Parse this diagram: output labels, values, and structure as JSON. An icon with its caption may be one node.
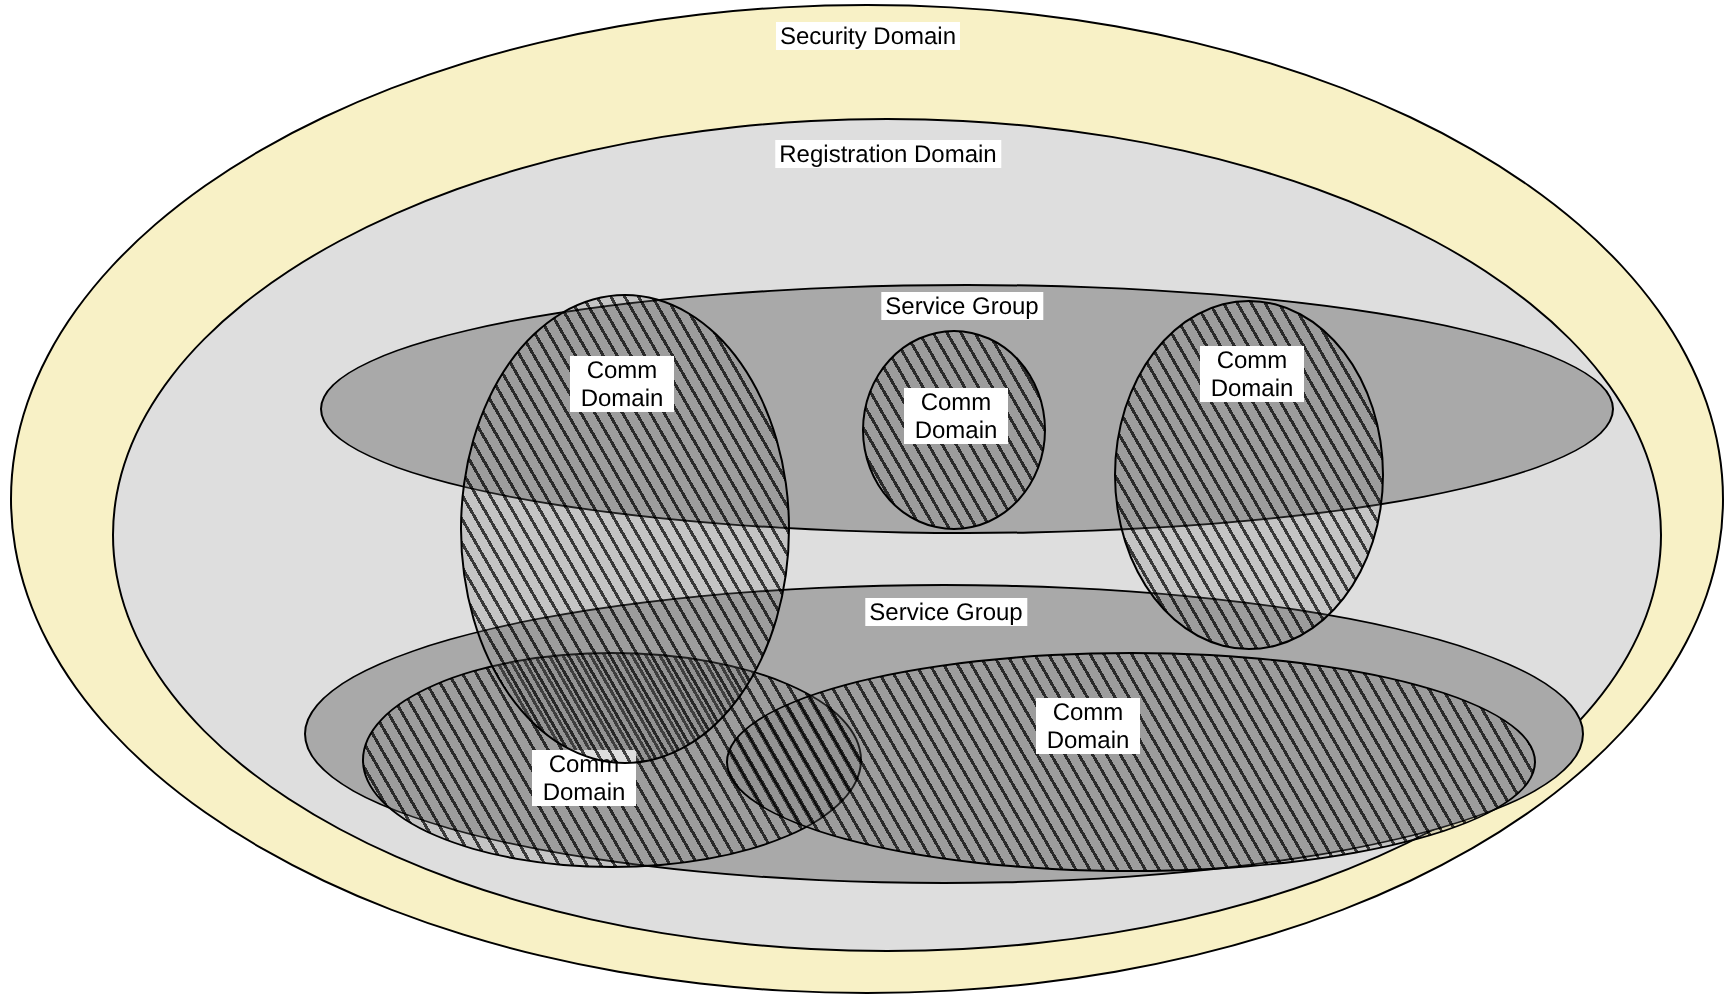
{
  "diagram": {
    "nodes": [
      {
        "text": [
          "Security Domain"
        ]
      },
      {
        "text": [
          "Registration Domain"
        ],
        "in": 0
      },
      {
        "text": [
          "Service Group"
        ],
        "in": 1
      },
      {
        "text": [
          "Comm Domain"
        ],
        "in": 1
      },
      {
        "text": [
          "Comm Domain"
        ],
        "in": 2
      },
      {
        "text": [
          "Comm Domain"
        ],
        "in": 1
      },
      {
        "text": [
          "Service Group"
        ],
        "in": 1
      },
      {
        "text": [
          "Comm Domain"
        ],
        "in": 6
      },
      {
        "text": [
          "Comm Domain"
        ],
        "in": 6
      }
    ]
  }
}
